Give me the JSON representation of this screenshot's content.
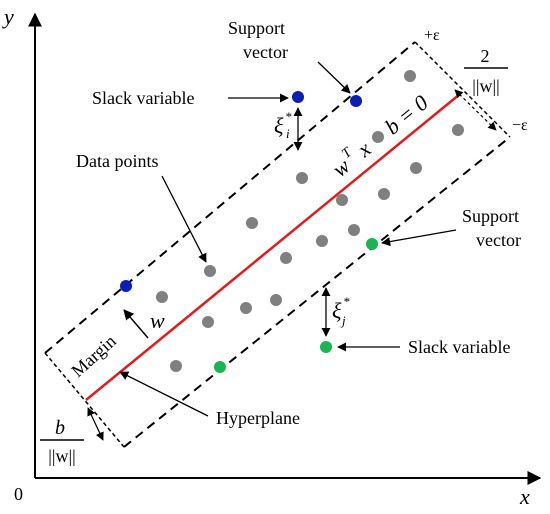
{
  "axes": {
    "x_label": "x",
    "y_label": "y",
    "origin_label": "0"
  },
  "labels": {
    "support_vector_top": [
      "Support",
      "vector"
    ],
    "support_vector_right": [
      "Support",
      "vector"
    ],
    "slack_variable_left": "Slack variable",
    "slack_variable_right": "Slack variable",
    "data_points": "Data points",
    "hyperplane": "Hyperplane",
    "margin": "Margin",
    "w": "w",
    "plus_eps": "+ε",
    "minus_eps": "−ε",
    "xi_i": "ξ",
    "xi_i_sup": "*",
    "xi_i_sub": "i",
    "xi_j": "ξ",
    "xi_j_sup": "*",
    "xi_j_sub": "j",
    "equation_w": "w",
    "equation_T": "T",
    "equation_rest": "x + b = 0",
    "margin_frac_num": "2",
    "margin_frac_den": "||w||",
    "offset_frac_num": "b",
    "offset_frac_den": "||w||"
  },
  "colors": {
    "hyperplane": "#e41a1c",
    "support_upper": "#0a1fb5",
    "support_lower": "#1ab552",
    "data_point": "#808080",
    "line": "#000000"
  }
}
